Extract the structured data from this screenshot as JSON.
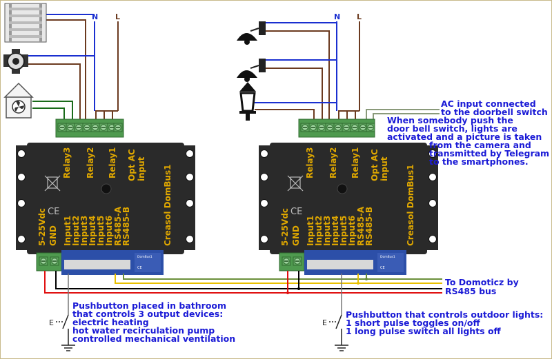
{
  "mains": {
    "neutral": "N",
    "line": "L"
  },
  "left_module": {
    "top_labels": [
      "Relay3",
      "Relay2",
      "Relay1",
      "Opt AC",
      "input"
    ],
    "bottom_labels": [
      "5-25Vdc",
      "GND",
      "Input1",
      "Input2",
      "Input3",
      "Input4",
      "Input5",
      "Input6",
      "RS485-A",
      "RS485-B"
    ],
    "brand": "Creasol DomBus1"
  },
  "right_module": {
    "top_labels": [
      "Relay3",
      "Relay2",
      "Relay1",
      "Opt AC",
      "input"
    ],
    "bottom_labels": [
      "5-25Vdc",
      "GND",
      "Input1",
      "Input2",
      "Input3",
      "Input4",
      "Input5",
      "Input6",
      "RS485-A",
      "RS485-B"
    ],
    "brand": "Creasol DomBus1"
  },
  "notes": {
    "ac_input": [
      "AC input connected",
      "to the doorbell switch"
    ],
    "doorbell": [
      "When somebody push the",
      "door bell switch, lights are",
      "activated and a picture is taken",
      "from the camera and",
      "transmitted by Telegram",
      "to the smartphones."
    ],
    "bus": [
      "To Domoticz by",
      "RS485 bus"
    ],
    "left_button": [
      "Pushbutton placed in bathroom",
      "that controls 3 output devices:",
      "electric heating",
      "hot water recirculation pump",
      "controlled mechanical ventilation"
    ],
    "right_button": [
      "Pushbutton that controls outdoor lights:",
      "1 short pulse toggles on/off",
      "1 long pulse switch all lights off"
    ]
  },
  "colors": {
    "neutral_wire": "#1a2fd0",
    "line_wire": "#6b3a1f",
    "green_wire": "#1a6b1a",
    "bus_yellow": "#e8c000",
    "bus_black": "#000000",
    "bus_red": "#e01010",
    "module": "#2a2a2a",
    "label": "#e0a800",
    "text": "#1a1ad6"
  },
  "icons": [
    "towel-radiator-icon",
    "circulation-pump-icon",
    "ventilation-house-icon",
    "ceiling-lamp-icon",
    "lantern-icon",
    "pushbutton-switch-icon",
    "ground-icon",
    "disposal-icon",
    "ce-mark-icon"
  ]
}
